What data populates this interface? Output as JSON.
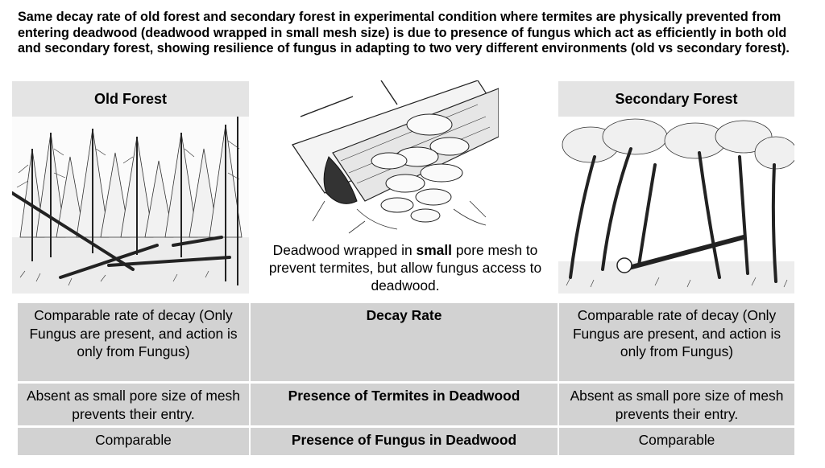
{
  "caption": "Same decay rate of old forest and secondary forest in experimental condition where termites are physically prevented from entering deadwood (deadwood wrapped in small mesh size) is due to presence of fungus which act as efficiently in both old and secondary forest, showing resilience of fungus in adapting to two very different environments (old vs secondary forest).",
  "headers": {
    "old_forest": "Old Forest",
    "secondary_forest": "Secondary Forest"
  },
  "middle_caption": {
    "before": "Deadwood wrapped in ",
    "emphasis": "small",
    "after": " pore mesh to prevent termites, but allow fungus access to deadwood."
  },
  "table": {
    "rows": [
      {
        "old": "Comparable rate of decay (Only Fungus are present, and action is only from Fungus)",
        "label": "Decay Rate",
        "secondary": "Comparable rate of decay (Only Fungus are present, and action is only from Fungus)"
      },
      {
        "old": "Absent as small pore size of mesh prevents their entry.",
        "label": "Presence of Termites in Deadwood",
        "secondary": "Absent as small pore size of mesh prevents their entry."
      },
      {
        "old": "Comparable",
        "label": "Presence of Fungus in Deadwood",
        "secondary": "Comparable"
      }
    ]
  }
}
